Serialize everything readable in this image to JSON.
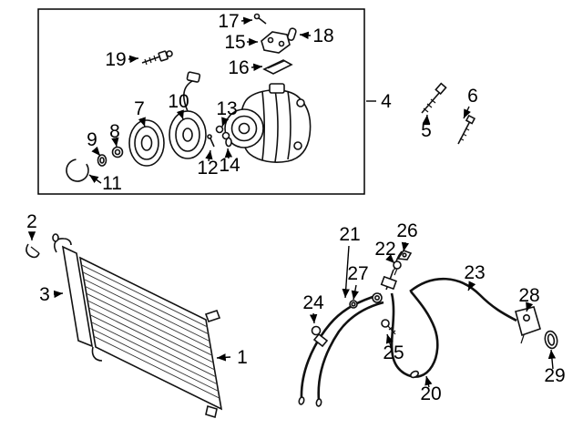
{
  "colors": {
    "background": "#ffffff",
    "ink": "#000000"
  },
  "callouts": {
    "n1": "1",
    "n2": "2",
    "n3": "3",
    "n4": "4",
    "n5": "5",
    "n6": "6",
    "n7": "7",
    "n8": "8",
    "n9": "9",
    "n10": "10",
    "n11": "11",
    "n12": "12",
    "n13": "13",
    "n14": "14",
    "n15": "15",
    "n16": "16",
    "n17": "17",
    "n18": "18",
    "n19": "19",
    "n20": "20",
    "n21": "21",
    "n22": "22",
    "n23": "23",
    "n24": "24",
    "n25": "25",
    "n26": "26",
    "n27": "27",
    "n28": "28",
    "n29": "29"
  }
}
